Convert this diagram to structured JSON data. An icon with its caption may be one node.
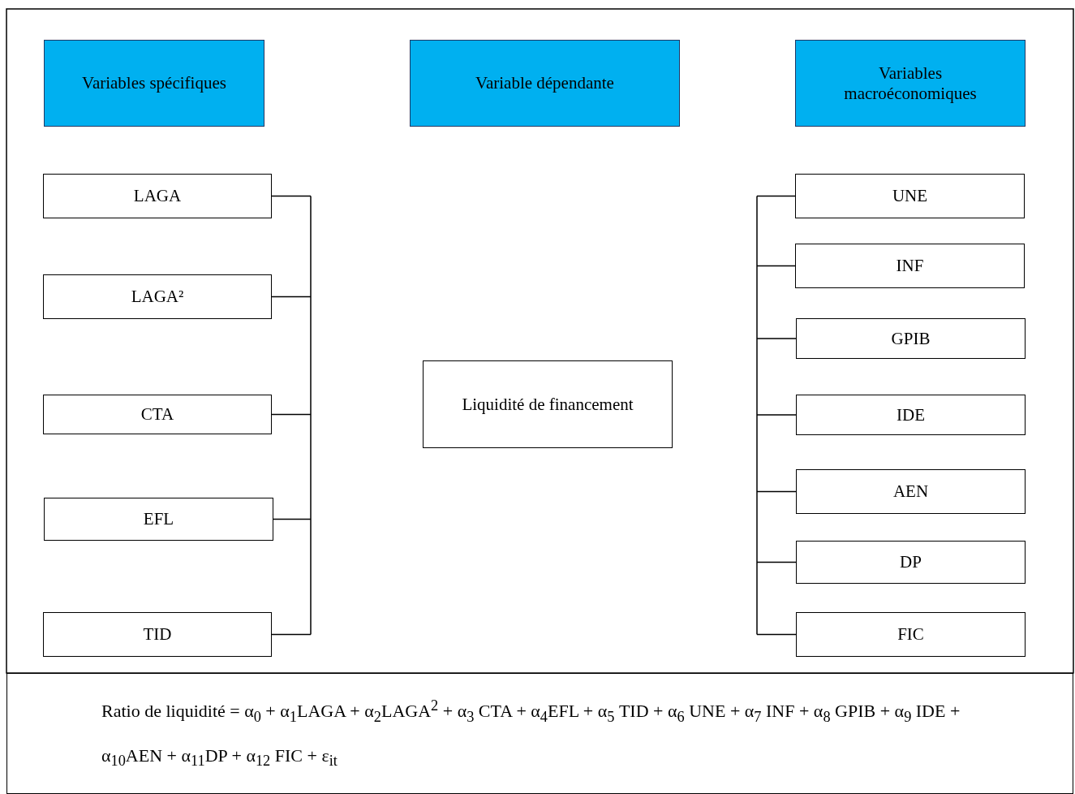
{
  "diagram": {
    "nodes": [
      {
        "text": [
          "Variables spécifiques"
        ]
      },
      {
        "text": [
          "Variable dépendante"
        ]
      },
      {
        "text": [
          "Variables macroéconomiques"
        ]
      },
      {
        "text": [
          "LAGA"
        ]
      },
      {
        "text": [
          "LAGA²"
        ]
      },
      {
        "text": [
          "CTA"
        ]
      },
      {
        "text": [
          "EFL"
        ]
      },
      {
        "text": [
          "TID"
        ]
      },
      {
        "text": [
          "Liquidité de financement"
        ]
      },
      {
        "text": [
          "UNE"
        ]
      },
      {
        "text": [
          "INF"
        ]
      },
      {
        "text": [
          "GPIB"
        ]
      },
      {
        "text": [
          "IDE"
        ]
      },
      {
        "text": [
          "AEN"
        ]
      },
      {
        "text": [
          "DP"
        ]
      },
      {
        "text": [
          "FIC"
        ]
      },
      {
        "text": [
          "Ratio de liquidité = α$_{0}$ + α$_{1}$LAGA + α$_{2}$LAGA$^{2}$ + α$_{3}$ CTA + α$_{4}$EFL + α$_{5}$ TID + α$_{6}$ UNE + α$_{7}$ INF + α$_{8}$ GPIB + α$_{9}$ IDE + α$_{10}$AEN + α$_{11}$DP + α$_{12}$ FIC + ε$_{it}$"
        ]
      }
    ],
    "edges": []
  }
}
